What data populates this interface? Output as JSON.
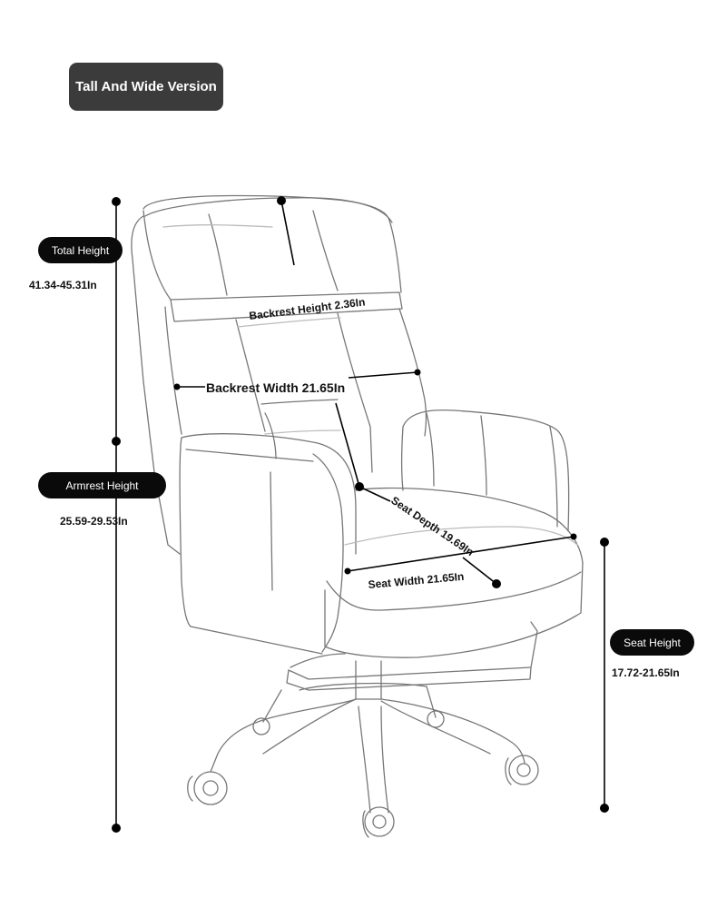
{
  "version_badge": "Tall And Wide Version",
  "total_height": {
    "label": "Total Height",
    "range": "41.34-45.31In"
  },
  "armrest_height": {
    "label": "Armrest Height",
    "range": "25.59-29.53In"
  },
  "seat_height": {
    "label": "Seat Height",
    "range": "17.72-21.65In"
  },
  "backrest_height_label": "Backrest Height 2.36In",
  "backrest_width_label": "Backrest Width 21.65In",
  "seat_depth_label": "Seat Depth 19.69In",
  "seat_width_label": "Seat Width 21.65In",
  "colors": {
    "badge_bg": "#3b3b3b",
    "pill_bg": "#0a0a0a",
    "line": "#000000"
  }
}
